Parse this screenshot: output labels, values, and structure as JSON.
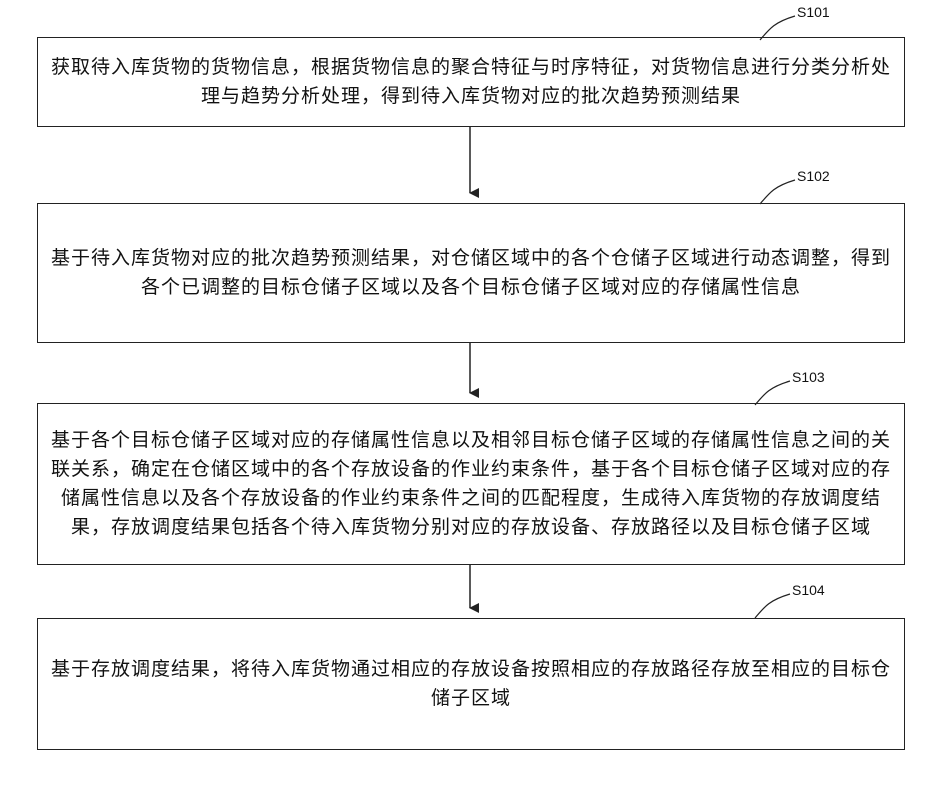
{
  "steps": [
    {
      "label": "S101",
      "text": "获取待入库货物的货物信息，根据货物信息的聚合特征与时序特征，对货物信息进行分类分析处理与趋势分析处理，得到待入库货物对应的批次趋势预测结果"
    },
    {
      "label": "S102",
      "text": "基于待入库货物对应的批次趋势预测结果，对仓储区域中的各个仓储子区域进行动态调整，得到各个已调整的目标仓储子区域以及各个目标仓储子区域对应的存储属性信息"
    },
    {
      "label": "S103",
      "text": "基于各个目标仓储子区域对应的存储属性信息以及相邻目标仓储子区域的存储属性信息之间的关联关系，确定在仓储区域中的各个存放设备的作业约束条件，基于各个目标仓储子区域对应的存储属性信息以及各个存放设备的作业约束条件之间的匹配程度，生成待入库货物的存放调度结果，存放调度结果包括各个待入库货物分别对应的存放设备、存放路径以及目标仓储子区域"
    },
    {
      "label": "S104",
      "text": "基于存放调度结果，将待入库货物通过相应的存放设备按照相应的存放路径存放至相应的目标仓储子区域"
    }
  ]
}
